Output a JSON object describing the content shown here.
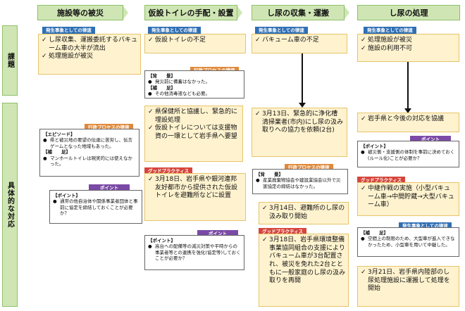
{
  "headers": [
    "施設等の被災",
    "仮設トイレの手配・設置",
    "し尿の収集・運搬",
    "し尿の処理"
  ],
  "side_labels": [
    "課題",
    "具体的な対応"
  ],
  "tags": {
    "occurred": "発生事象としての律速",
    "admin": "行政プロセスの律速",
    "good": "グッドプラクティス",
    "point": "ポイント"
  },
  "col1": {
    "issue_items": [
      "し尿収集、運搬委託するバキューム車の大半が流出",
      "処理施設が被災"
    ],
    "episode": {
      "label1": "【エピソード】",
      "item1": "県と被災地の要望の伝達に苦労し、伝言ゲームとなった地域もあった。",
      "label2": "【補　　足】",
      "item2": "マンホールトイレは現実的には使えなかった。"
    },
    "point": {
      "label": "【ポイント】",
      "item": "通常の他自治体や関係事業者団体と事前に協定を締結しておくことが必要か？"
    }
  },
  "col2": {
    "issue_items": [
      "仮設トイレの不足"
    ],
    "bg": {
      "label1": "【背　　景】",
      "item1": "発災前に備蓄はなかった。",
      "label2": "【補　　足】",
      "item2": "その他消毒液なども必要。"
    },
    "action_items": [
      "県保健所と協議し、緊急的に埋設処理",
      "仮設トイレについては支援物資の一環として岩手県へ要望"
    ],
    "good_text": "3月18日、岩手県や銀河連邦友好都市から提供された仮設トイレを避難所などに設置",
    "point": {
      "label": "【ポイント】",
      "item": "高台への配備等の減災対策や平時からの事業者等との連携を強化(協定等)しておくことが必要か？"
    }
  },
  "col3": {
    "issue_items": [
      "バキューム車の不足"
    ],
    "action1": "3月13日、緊急的に浄化槽清掃業者(市内)にし尿の汲み取りへの協力を依頼(2台)",
    "bg": {
      "label": "【背　　景】",
      "item": "産業廃棄物協会や建設業協会以外で災害協定の締結はなかった。"
    },
    "action2": "3月14日、避難所のし尿の汲み取り開始",
    "good_text": "3月18日、岩手県環境整備事業協同組合の支援によりバキューム車が3台配置され、被災を免れた2台とともに一般家庭のし尿の汲み取りを再開"
  },
  "col4": {
    "issue_items": [
      "処理施設が被災",
      "施設の利用不可"
    ],
    "action1": "岩手県と今後の対応を協議",
    "point": {
      "label": "【ポイント】",
      "item": "被災側・支援側の体制を事前に決めておく(ルール化)ことが必要か？"
    },
    "good_title": "中継作戦の実施（小型バキューム車→中間貯蔵→大型バキューム車）",
    "supp": {
      "label": "【補　　足】",
      "item": "空間上の制限のため、大型車が進入できなかったため、小型車を用いて中継した。"
    },
    "final": "3月21日、岩手県内陸部のし尿処理施設に運搬して処理を開始"
  }
}
